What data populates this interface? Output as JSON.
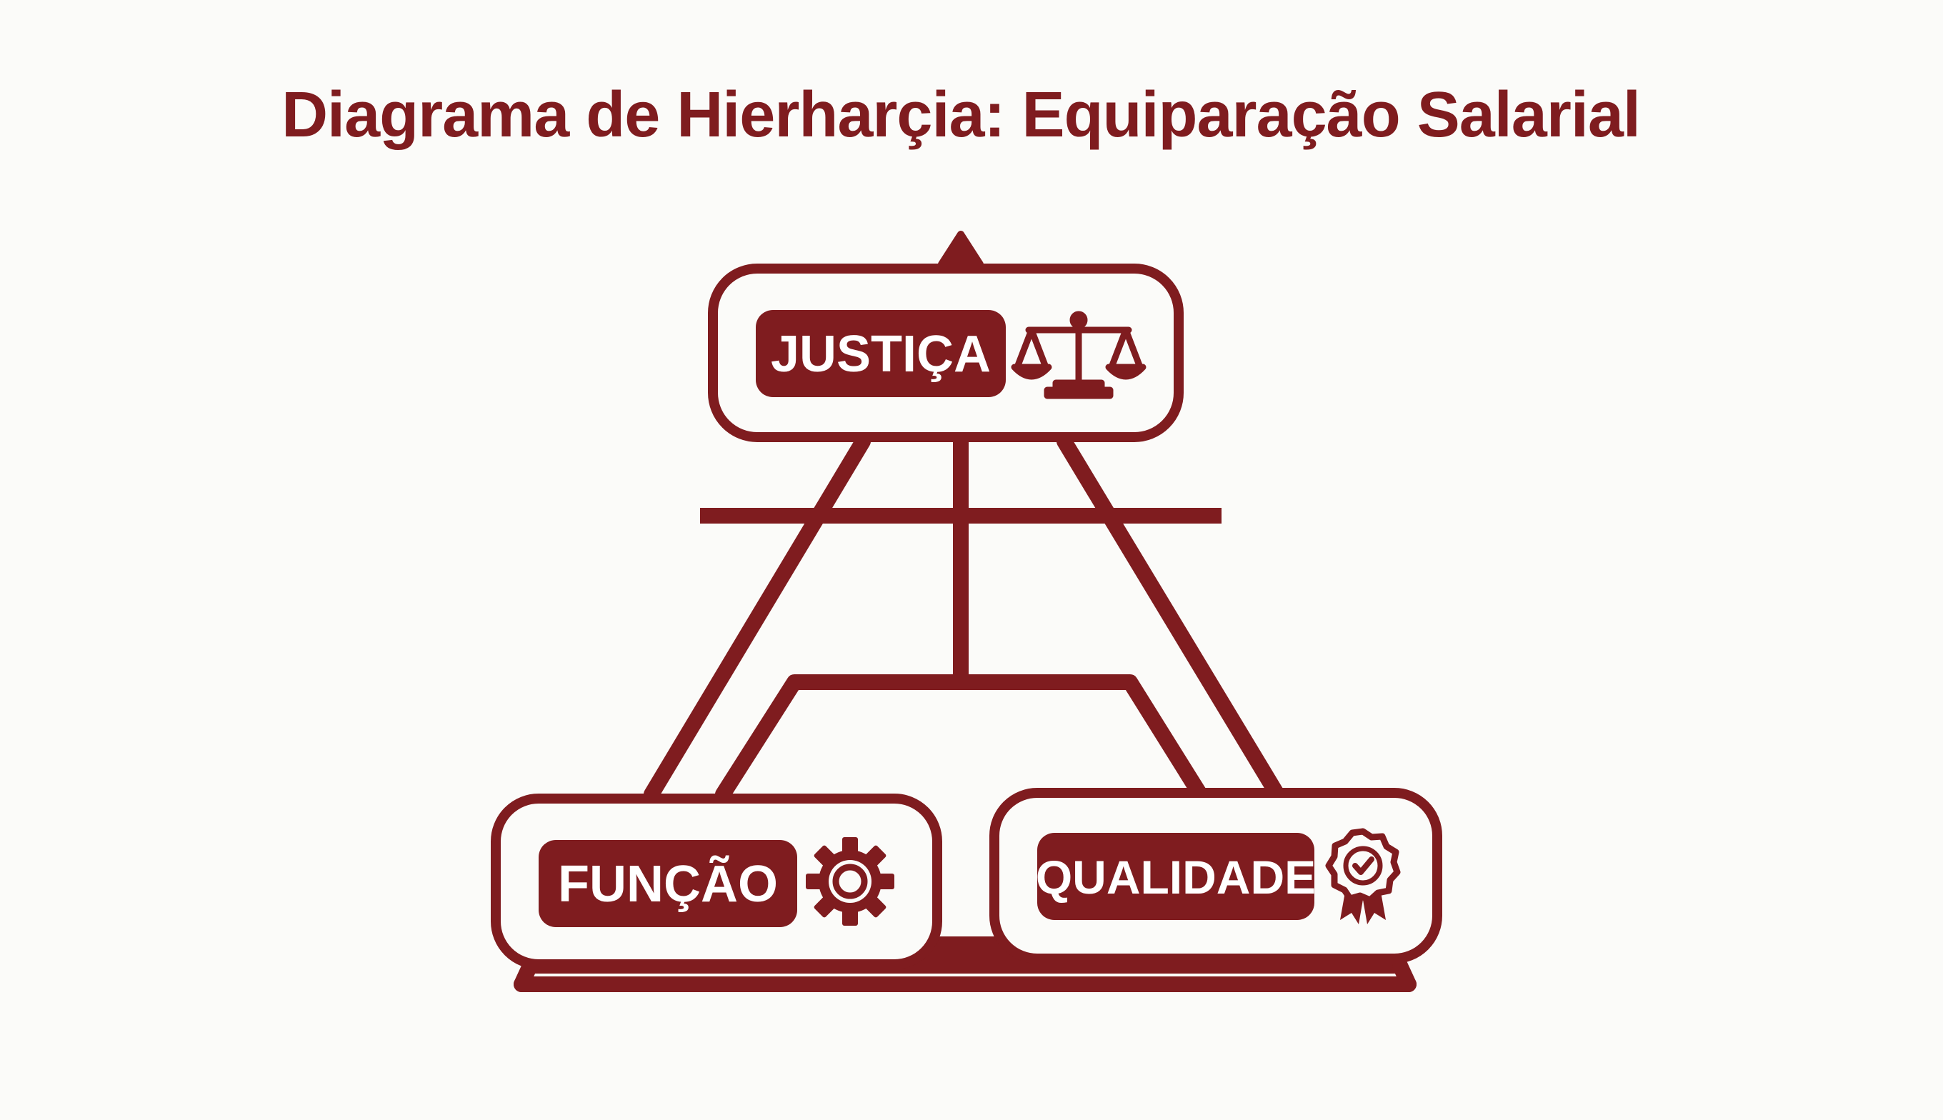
{
  "title": "Diagrama de Hierharçia: Equiparação Salarial",
  "colors": {
    "primary": "#7f1c1f",
    "background": "#fbfbf9",
    "label_text": "#ffffff"
  },
  "nodes": {
    "top": {
      "label": "JUSTIÇA",
      "icon": "scales-of-justice-icon"
    },
    "left": {
      "label": "FUNÇÃO",
      "icon": "gear-icon"
    },
    "right": {
      "label": "QUALIDADE",
      "icon": "award-rosette-check-icon"
    }
  }
}
